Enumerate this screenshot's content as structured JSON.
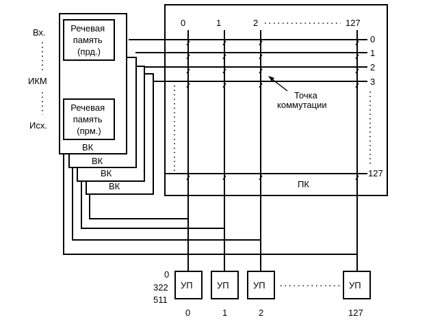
{
  "left_labels": {
    "in": "Вх.",
    "pcm": "ИКМ",
    "out": "Исх."
  },
  "ic_cards": [
    {
      "title": "ВК",
      "memory_tx": "Речевая память (прд.)",
      "memory_rx": "Речевая память (прм.)"
    },
    {
      "title": "ВК"
    },
    {
      "title": "ВК"
    },
    {
      "title": "ВК"
    }
  ],
  "matrix": {
    "label": "ПК",
    "column_labels": [
      "0",
      "1",
      "2",
      "127"
    ],
    "row_labels": [
      "0",
      "1",
      "2",
      "3",
      "127"
    ],
    "crosspoint_label": "Точка коммутации"
  },
  "control_units": {
    "label": "УП",
    "numbers": [
      "0",
      "1",
      "2",
      "127"
    ],
    "side_labels": [
      "0",
      "322",
      "511"
    ]
  }
}
